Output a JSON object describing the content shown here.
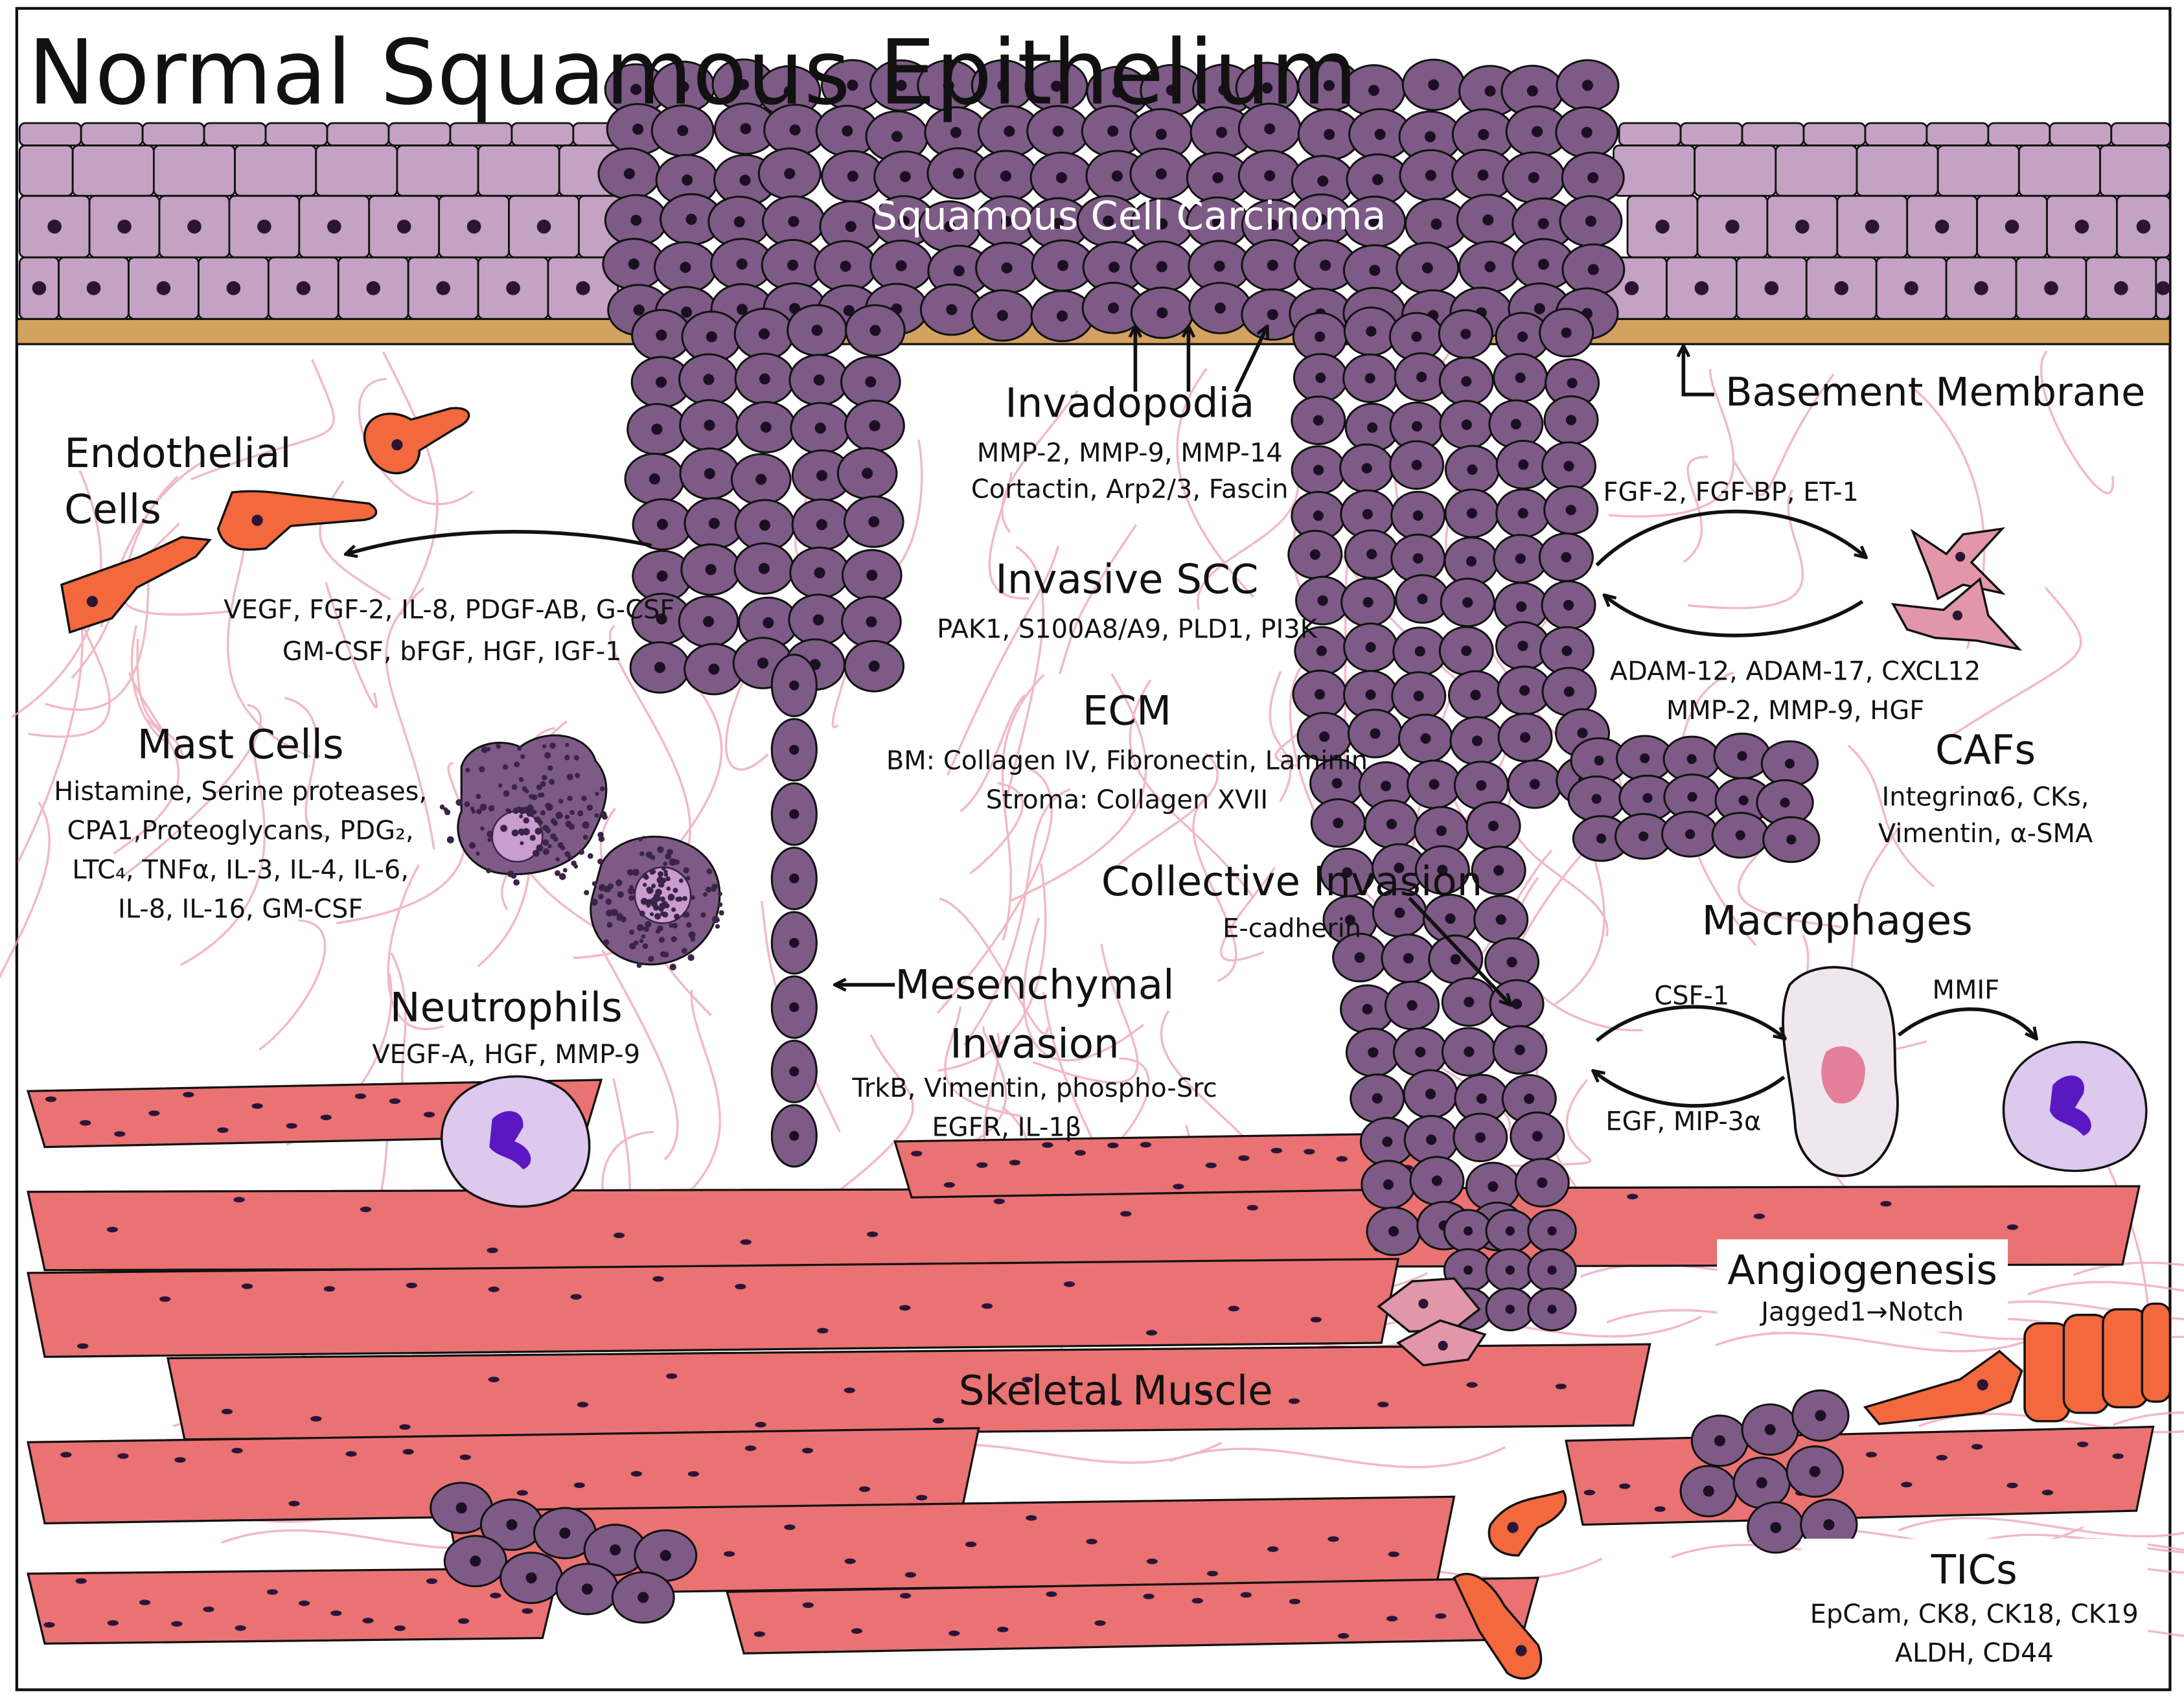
{
  "labels": {
    "normal_epithelium": "Normal Squamous Epithelium",
    "scc": "Squamous Cell Carcinoma",
    "invadopodia": "Invadopodia",
    "invadopodia_f1": "MMP-2, MMP-9, MMP-14",
    "invadopodia_f2": "Cortactin, Arp2/3, Fascin",
    "basement_membrane": "Basement Membrane",
    "endothelial_1": "Endothelial",
    "endothelial_2": "Cells",
    "endo_f1": "VEGF, FGF-2, IL-8, PDGF-AB, G-CSF",
    "endo_f2": "GM-CSF, bFGF, HGF, IGF-1",
    "invasive_scc": "Invasive SCC",
    "invasive_f1": "PAK1, S100A8/A9, PLD1, PI3K",
    "ecm": "ECM",
    "ecm_f1": "BM: Collagen IV,  Fibronectin, Laminin",
    "ecm_f2": "Stroma: Collagen XVII",
    "caf_in": "FGF-2, FGF-BP, ET-1",
    "caf_out1": "ADAM-12, ADAM-17, CXCL12",
    "caf_out2": "MMP-2, MMP-9, HGF",
    "cafs": "CAFs",
    "caf_f1": "Integrinα6, CKs,",
    "caf_f2": "Vimentin, α-SMA",
    "mast_cells": "Mast Cells",
    "mast_f1": "Histamine, Serine proteases,",
    "mast_f2": "CPA1,Proteoglycans, PDG₂,",
    "mast_f3": "LTC₄, TNFα, IL-3, IL-4, IL-6,",
    "mast_f4": "IL-8, IL-16, GM-CSF",
    "collective": "Collective Invasion",
    "collective_f1": "E-cadherin",
    "macrophages": "Macrophages",
    "csf1": "CSF-1",
    "mmif": "MMIF",
    "egf": "EGF, MIP-3α",
    "neutrophils": "Neutrophils",
    "neut_f1": "VEGF-A, HGF, MMP-9",
    "mesenchymal_1": "Mesenchymal",
    "mesenchymal_2": "Invasion",
    "mes_f1": "TrkB, Vimentin, phospho-Src",
    "mes_f2": "EGFR,  IL-1β",
    "angiogenesis": "Angiogenesis",
    "angio_f1": "Jagged1→Notch",
    "skeletal_muscle": "Skeletal Muscle",
    "tics": "TICs",
    "tics_f1": "EpCam, CK8, CK18, CK19",
    "tics_f2": "ALDH, CD44"
  },
  "colors": {
    "epithelium": "#c3a2c3",
    "tumor": "#7d5b86",
    "basement": "#d4a25f",
    "fiber": "#eda2b5",
    "muscle": "#ea7272",
    "endothelial": "#f3683c",
    "caf": "#e197a8",
    "neutrophil": "#ddc8ee",
    "macrophage": "#f0e7ee"
  }
}
